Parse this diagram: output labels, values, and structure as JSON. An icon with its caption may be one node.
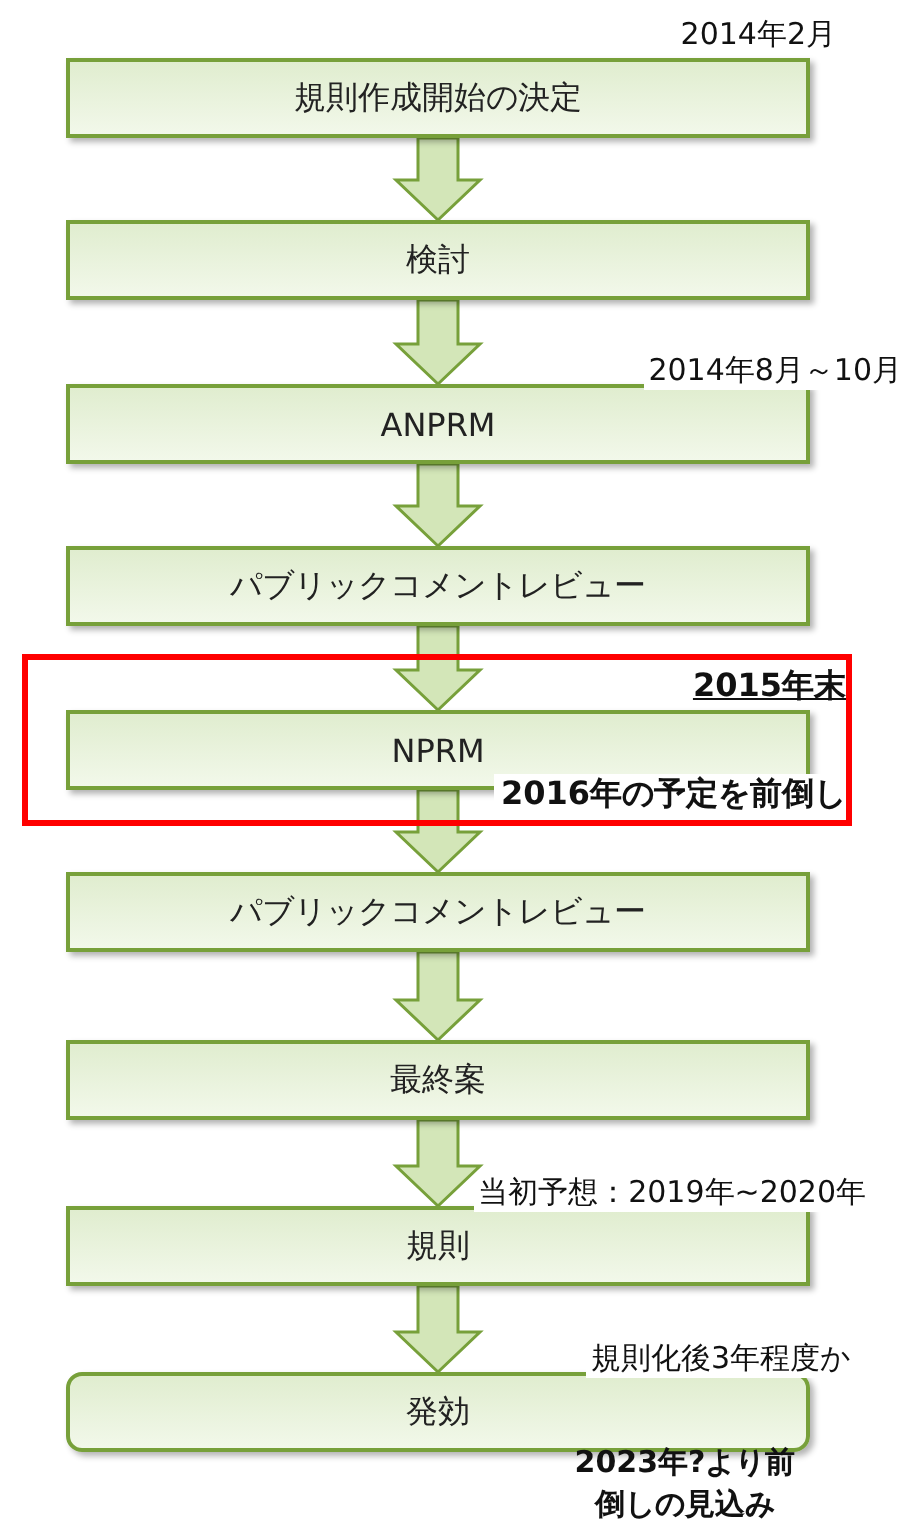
{
  "diagram": {
    "nodes": [
      {
        "text": [
          "規則作成開始の決定"
        ],
        "beside": [
          "2014年2月"
        ]
      },
      {
        "text": [
          "検討"
        ]
      },
      {
        "text": [
          "ANPRM"
        ],
        "beside": [
          "2014年8月～10月"
        ]
      },
      {
        "text": [
          "パブリックコメントレビュー"
        ]
      },
      {
        "text": [
          "2015年末",
          "2016年の予定を前倒し"
        ]
      },
      {
        "text": [
          "NPRM"
        ],
        "in": 4
      },
      {
        "text": [
          "パブリックコメントレビュー"
        ]
      },
      {
        "text": [
          "最終案"
        ]
      },
      {
        "text": [
          "規則"
        ],
        "beside": [
          "当初予想：2019年~2020年"
        ]
      },
      {
        "text": [
          "発効"
        ],
        "beside": [
          "規則化後3年程度か",
          "2023年?より前倒しの見込み"
        ]
      }
    ],
    "edges": [
      {
        "from": 0,
        "to": 1,
        "arrow": "to"
      },
      {
        "from": 1,
        "to": 2,
        "arrow": "to"
      },
      {
        "from": 2,
        "to": 3,
        "arrow": "to"
      },
      {
        "from": 3,
        "to": 5,
        "arrow": "to"
      },
      {
        "from": 5,
        "to": 6,
        "arrow": "to"
      },
      {
        "from": 6,
        "to": 7,
        "arrow": "to"
      },
      {
        "from": 7,
        "to": 8,
        "arrow": "to"
      },
      {
        "from": 8,
        "to": 9,
        "arrow": "to"
      }
    ]
  }
}
